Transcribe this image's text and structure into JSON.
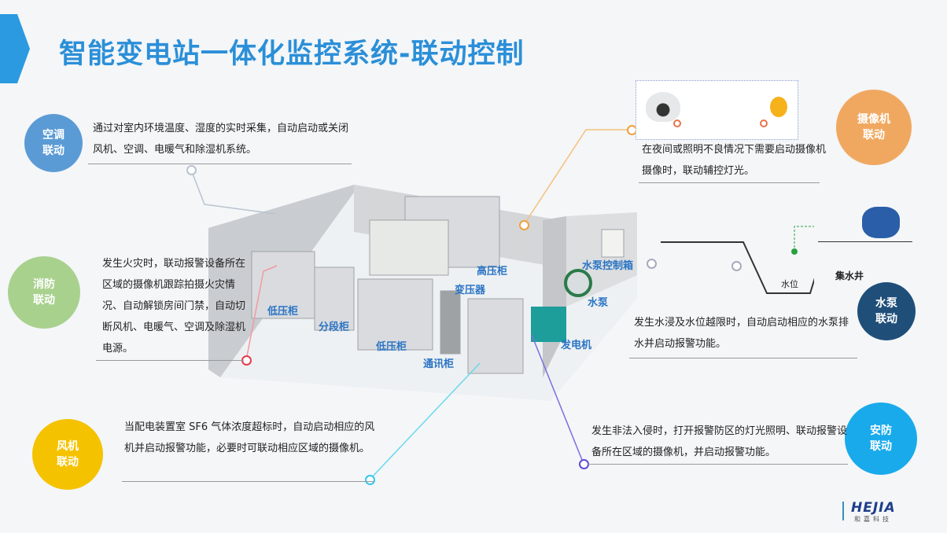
{
  "title": "智能变电站一体化监控系统-联动控制",
  "sections": {
    "ac": {
      "badge": "空调\n联动",
      "badge_l1": "空调",
      "badge_l2": "联动",
      "text": "通过对室内环境温度、湿度的实时采集，自动启动或关闭风机、空调、电暖气和除湿机系统。",
      "color": "#5b9bd5"
    },
    "fire": {
      "badge_l1": "消防",
      "badge_l2": "联动",
      "text": "发生火灾时，联动报警设备所在区域的摄像机跟踪拍摄火灾情况、自动解锁房间门禁，自动切断风机、电暖气、空调及除湿机电源。",
      "color": "#a9d18e"
    },
    "fan": {
      "badge_l1": "风机",
      "badge_l2": "联动",
      "text": "当配电装置室 SF6 气体浓度超标时，自动启动相应的风机并启动报警功能，必要时可联动相应区域的摄像机。",
      "color": "#f5c200"
    },
    "camera": {
      "badge_l1": "摄像机",
      "badge_l2": "联动",
      "text": "在夜间或照明不良情况下需要启动摄像机摄像时，联动辅控灯光。",
      "color": "#f0a860"
    },
    "pump": {
      "badge_l1": "水泵",
      "badge_l2": "联动",
      "text": "发生水浸及水位越限时，自动启动相应的水泵排水并启动报警功能。",
      "color": "#1f4e79"
    },
    "security": {
      "badge_l1": "安防",
      "badge_l2": "联动",
      "text": "发生非法入侵时，打开报警防区的灯光照明、联动报警设备所在区域的摄像机，并启动报警功能。",
      "color": "#19aaeb"
    }
  },
  "room_labels": {
    "lv1": "低压柜",
    "seg": "分段柜",
    "lv2": "低压柜",
    "comm": "通讯柜",
    "trans": "变压器",
    "hv": "高压柜",
    "pumpbox": "水泵控制箱",
    "pump": "水泵",
    "gen": "发电机"
  },
  "sump": {
    "level": "水位",
    "well": "集水井"
  },
  "logo": {
    "brand": "HEJIA",
    "cn": "和嘉科技"
  }
}
